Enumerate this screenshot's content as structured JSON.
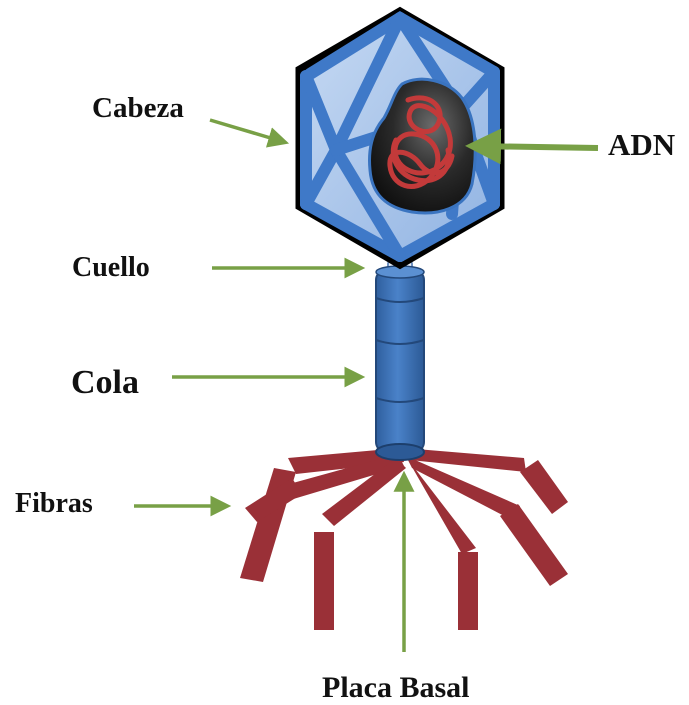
{
  "labels": {
    "cabeza": "Cabeza",
    "adn": "ADN",
    "cuello": "Cuello",
    "cola": "Cola",
    "fibras": "Fibras",
    "placa_basal": "Placa Basal"
  },
  "colors": {
    "capsid_blue": "#3f79c8",
    "capsid_fill": "#a7c4ea",
    "capsid_outline": "#000000",
    "dna_red": "#c33a3a",
    "fiber_red": "#9a3037",
    "tail_blue": "#3d6fae",
    "arrow_green": "#78a046"
  }
}
